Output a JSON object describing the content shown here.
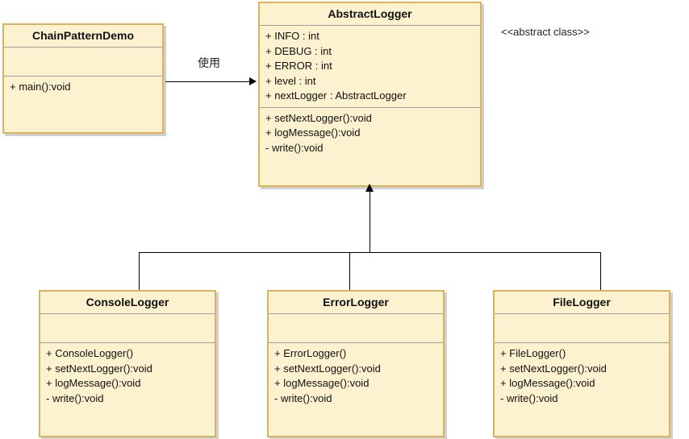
{
  "diagram": {
    "title": "Chain of Responsibility UML class diagram",
    "stereotype_note": "<<abstract class>>",
    "colors": {
      "box_fill": "#fdf2cf",
      "box_border": "#d9b45a",
      "divider": "#9e9e9e",
      "connector": "#000000",
      "shadow": "#aaaaaa",
      "text": "#111111",
      "background": "#ffffff"
    }
  },
  "classes": {
    "chain_pattern_demo": {
      "name": "ChainPatternDemo",
      "attributes": [],
      "methods": [
        "+ main():void"
      ]
    },
    "abstract_logger": {
      "name": "AbstractLogger",
      "attributes": [
        "+ INFO : int",
        "+ DEBUG : int",
        "+ ERROR : int",
        "+ level : int",
        "+ nextLogger : AbstractLogger"
      ],
      "methods": [
        "+ setNextLogger():void",
        "+ logMessage():void",
        "- write():void"
      ]
    },
    "console_logger": {
      "name": "ConsoleLogger",
      "attributes": [],
      "methods": [
        "+ ConsoleLogger()",
        "+ setNextLogger():void",
        "+ logMessage():void",
        "- write():void"
      ]
    },
    "error_logger": {
      "name": "ErrorLogger",
      "attributes": [],
      "methods": [
        "+ ErrorLogger()",
        "+ setNextLogger():void",
        "+ logMessage():void",
        "- write():void"
      ]
    },
    "file_logger": {
      "name": "FileLogger",
      "attributes": [],
      "methods": [
        "+ FileLogger()",
        "+ setNextLogger():void",
        "+ logMessage():void",
        "- write():void"
      ]
    }
  },
  "relations": {
    "usage": {
      "label": "使用",
      "from": "ChainPatternDemo",
      "to": "AbstractLogger",
      "type": "association"
    },
    "inheritance": {
      "label": "",
      "from": [
        "ConsoleLogger",
        "ErrorLogger",
        "FileLogger"
      ],
      "to": "AbstractLogger",
      "type": "generalization"
    }
  }
}
